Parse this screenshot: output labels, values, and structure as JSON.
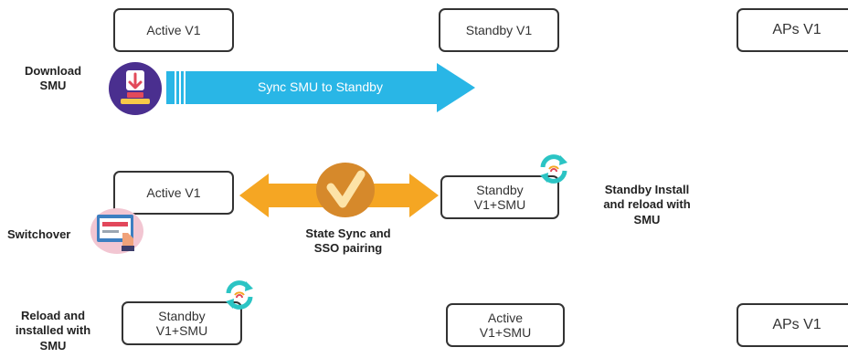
{
  "boxes": {
    "active_v1_top": "Active V1",
    "standby_v1_top": "Standby V1",
    "aps_v1_top": "APs V1",
    "active_v1_mid": "Active V1",
    "standby_v1_smu_mid": "Standby\nV1+SMU",
    "standby_v1_smu_bottom": "Standby\nV1+SMU",
    "active_v1_smu_bottom": "Active\nV1+SMU",
    "aps_v1_bottom": "APs V1"
  },
  "labels": {
    "download_smu": "Download\nSMU",
    "switchover": "Switchover",
    "reload_installed": "Reload and\ninstalled with\nSMU",
    "state_sync": "State Sync and\nSSO pairing",
    "standby_install": "Standby Install\nand reload with\nSMU"
  },
  "arrows": {
    "sync_smu": "Sync SMU to Standby"
  },
  "colors": {
    "sync_arrow": "#29b6e6",
    "sync_arrow_stripe": "#ffffff",
    "state_sync_arrow": "#f5a623",
    "download_icon_bg": "#4a2f8f",
    "check_icon_bg": "#d6892b",
    "reload_icon": "#2bc4c4"
  },
  "icons": [
    "download-icon",
    "checkmark-badge-icon",
    "switchover-icon",
    "reload-icon"
  ]
}
